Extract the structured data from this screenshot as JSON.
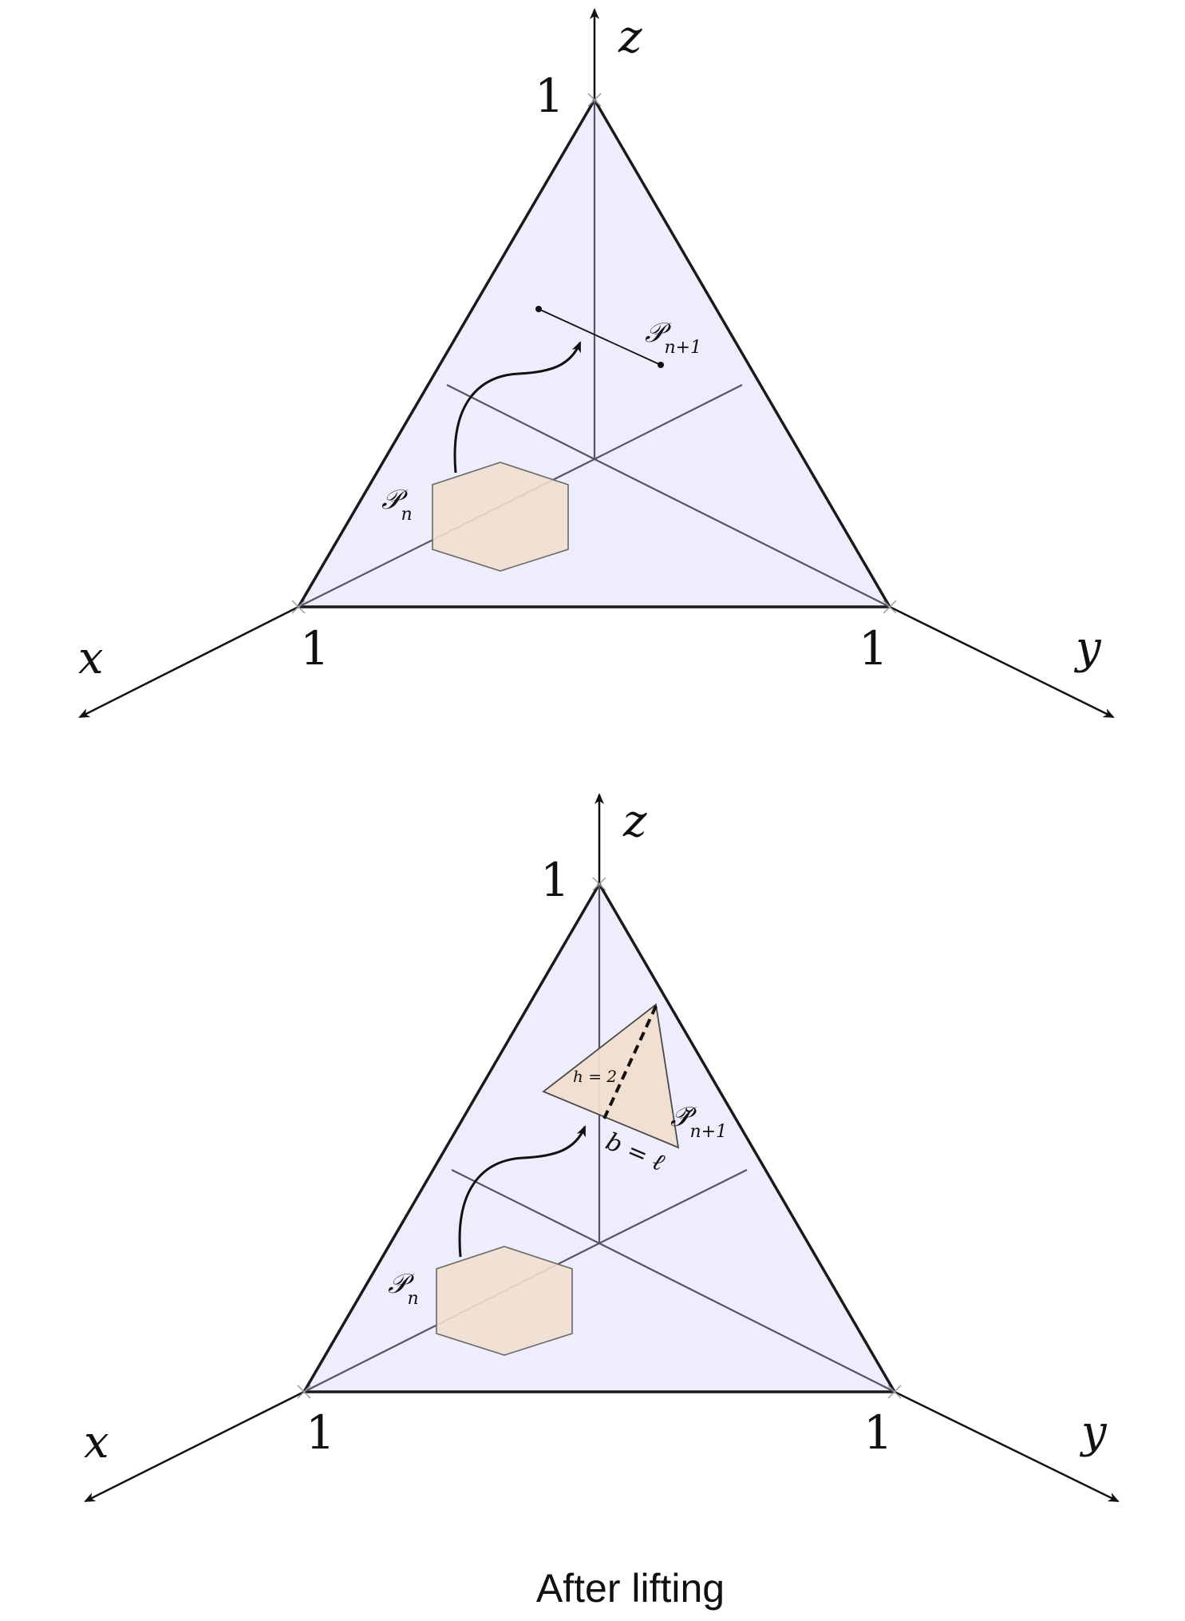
{
  "colors": {
    "plane_fill": "#ededfb",
    "polytope_fill": "#f1dfcf",
    "polytope_stroke": "#6a6a6a",
    "axis": "#111111",
    "inner_axis": "#55556a"
  },
  "panels": [
    {
      "id": "before",
      "axis_labels": {
        "x": "x",
        "y": "y",
        "z": "z"
      },
      "tick_labels": {
        "x": "1",
        "y": "1",
        "z": "1"
      },
      "source_label": {
        "main": "𝒫",
        "sub": "n"
      },
      "target_label": {
        "main": "𝒫",
        "sub": "n+1"
      }
    },
    {
      "id": "after",
      "axis_labels": {
        "x": "x",
        "y": "y",
        "z": "z"
      },
      "tick_labels": {
        "x": "1",
        "y": "1",
        "z": "1"
      },
      "source_label": {
        "main": "𝒫",
        "sub": "n"
      },
      "target_label": {
        "main": "𝒫̆",
        "sub": "n+1"
      },
      "height_label": "h = 2",
      "base_label": "b = ℓ"
    }
  ],
  "caption": "After lifting"
}
